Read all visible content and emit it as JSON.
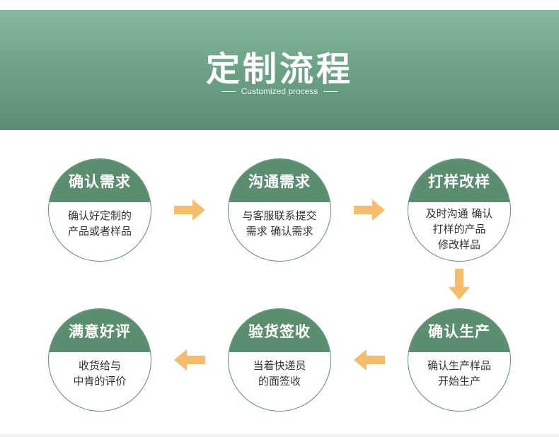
{
  "header": {
    "title": "定制流程",
    "subtitle": "Customized process"
  },
  "steps": [
    {
      "title": "确认需求",
      "lines": [
        "确认好定制的",
        "产品或者样品"
      ]
    },
    {
      "title": "沟通需求",
      "lines": [
        "与客服联系提交",
        "需求 确认需求"
      ]
    },
    {
      "title": "打样改样",
      "lines": [
        "及时沟通 确认",
        "打样的产品",
        "修改样品"
      ]
    },
    {
      "title": "确认生产",
      "lines": [
        "确认生产样品",
        "开始生产"
      ]
    },
    {
      "title": "验货签收",
      "lines": [
        "当着快递员",
        "的面签收"
      ]
    },
    {
      "title": "满意好评",
      "lines": [
        "收货给与",
        "中肯的评价"
      ]
    }
  ],
  "colors": {
    "banner": "#6fa488",
    "circle_header": "#5b8e6f",
    "arrow": "#f5bd6b"
  }
}
